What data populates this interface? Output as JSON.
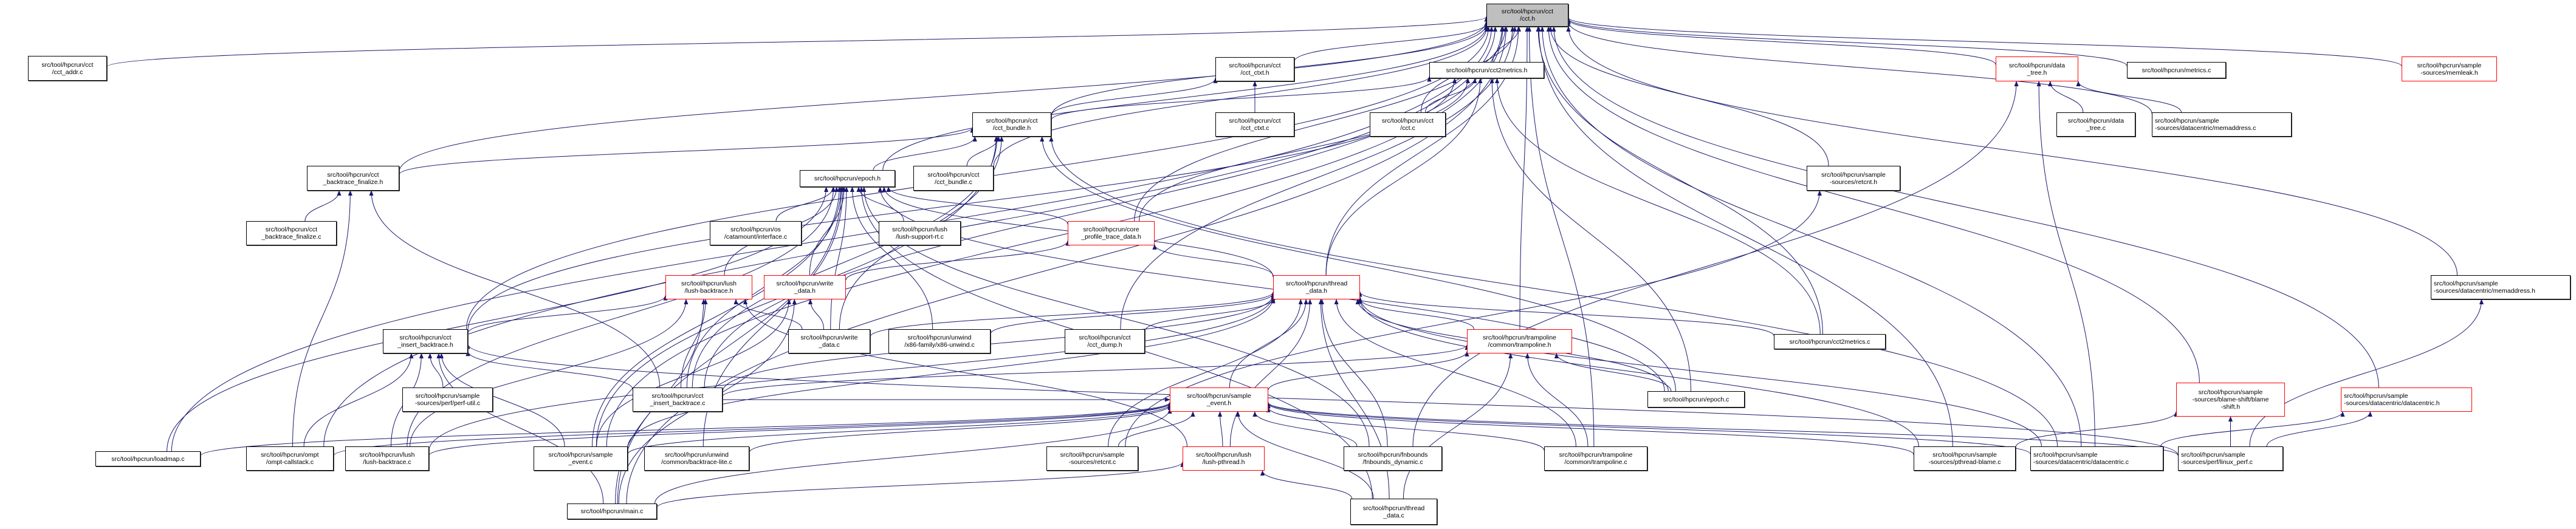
{
  "diagram": {
    "type": "include-dependency-graph",
    "title": "src/tool/hpcrun/cct/cct.h",
    "colors": {
      "edge": "#191970",
      "root_fill": "#bfbfbf",
      "node_border": "#000000",
      "truncated_border": "#ff0000",
      "background": "#ffffff"
    },
    "legend": {
      "gray_fill": "this file",
      "red_border": "node has more incoming edges not shown (truncated)"
    },
    "nodes": [
      {
        "id": "cct_h",
        "label": "src/tool/hpcrun/cct\n/cct.h",
        "kind": "root"
      },
      {
        "id": "cct_addr_c",
        "label": "src/tool/hpcrun/cct\n/cct_addr.c",
        "kind": "normal"
      },
      {
        "id": "cct_ctxt_h",
        "label": "src/tool/hpcrun/cct\n/cct_ctxt.h",
        "kind": "normal"
      },
      {
        "id": "cct2metrics_h",
        "label": "src/tool/hpcrun/cct2metrics.h",
        "kind": "normal"
      },
      {
        "id": "data_tree_h",
        "label": "src/tool/hpcrun/data\n_tree.h",
        "kind": "truncated"
      },
      {
        "id": "metrics_c",
        "label": "src/tool/hpcrun/metrics.c",
        "kind": "normal"
      },
      {
        "id": "memleak_h",
        "label": "src/tool/hpcrun/sample\n-sources/memleak.h",
        "kind": "truncated"
      },
      {
        "id": "cct_bundle_h",
        "label": "src/tool/hpcrun/cct\n/cct_bundle.h",
        "kind": "normal"
      },
      {
        "id": "cct_ctxt_c",
        "label": "src/tool/hpcrun/cct\n/cct_ctxt.c",
        "kind": "normal"
      },
      {
        "id": "cct_c",
        "label": "src/tool/hpcrun/cct\n/cct.c",
        "kind": "normal"
      },
      {
        "id": "data_tree_c",
        "label": "src/tool/hpcrun/data\n_tree.c",
        "kind": "normal"
      },
      {
        "id": "memaddress_c",
        "label": "src/tool/hpcrun/sample\n-sources/datacentric/memaddress.c",
        "kind": "normal",
        "align": "left"
      },
      {
        "id": "bt_finalize_h",
        "label": "src/tool/hpcrun/cct\n_backtrace_finalize.h",
        "kind": "normal"
      },
      {
        "id": "epoch_h",
        "label": "src/tool/hpcrun/epoch.h",
        "kind": "normal"
      },
      {
        "id": "cct_bundle_c",
        "label": "src/tool/hpcrun/cct\n/cct_bundle.c",
        "kind": "normal"
      },
      {
        "id": "retcnt_h",
        "label": "src/tool/hpcrun/sample\n-sources/retcnt.h",
        "kind": "normal"
      },
      {
        "id": "bt_finalize_c",
        "label": "src/tool/hpcrun/cct\n_backtrace_finalize.c",
        "kind": "normal"
      },
      {
        "id": "catamount_c",
        "label": "src/tool/hpcrun/os\n/catamount/interface.c",
        "kind": "normal"
      },
      {
        "id": "lush_support_c",
        "label": "src/tool/hpcrun/lush\n/lush-support-rt.c",
        "kind": "normal"
      },
      {
        "id": "core_profile_h",
        "label": "src/tool/hpcrun/core\n_profile_trace_data.h",
        "kind": "truncated"
      },
      {
        "id": "lush_backtrace_h",
        "label": "src/tool/hpcrun/lush\n/lush-backtrace.h",
        "kind": "truncated"
      },
      {
        "id": "write_data_h",
        "label": "src/tool/hpcrun/write\n_data.h",
        "kind": "truncated"
      },
      {
        "id": "thread_data_h",
        "label": "src/tool/hpcrun/thread\n_data.h",
        "kind": "truncated"
      },
      {
        "id": "memaddress_h",
        "label": "src/tool/hpcrun/sample\n-sources/datacentric/memaddress.h",
        "kind": "normal",
        "align": "left"
      },
      {
        "id": "insert_bt_h",
        "label": "src/tool/hpcrun/cct\n_insert_backtrace.h",
        "kind": "normal"
      },
      {
        "id": "write_data_c",
        "label": "src/tool/hpcrun/write\n_data.c",
        "kind": "normal"
      },
      {
        "id": "x86_unwind_c",
        "label": "src/tool/hpcrun/unwind\n/x86-family/x86-unwind.c",
        "kind": "normal"
      },
      {
        "id": "cct_dump_h",
        "label": "src/tool/hpcrun/cct\n/cct_dump.h",
        "kind": "normal"
      },
      {
        "id": "trampoline_h",
        "label": "src/tool/hpcrun/trampoline\n/common/trampoline.h",
        "kind": "truncated"
      },
      {
        "id": "cct2metrics_c",
        "label": "src/tool/hpcrun/cct2metrics.c",
        "kind": "normal"
      },
      {
        "id": "perf_util_c",
        "label": "src/tool/hpcrun/sample\n-sources/perf/perf-util.c",
        "kind": "normal"
      },
      {
        "id": "insert_bt_c",
        "label": "src/tool/hpcrun/cct\n_insert_backtrace.c",
        "kind": "normal"
      },
      {
        "id": "sample_event_h",
        "label": "src/tool/hpcrun/sample\n_event.h",
        "kind": "truncated"
      },
      {
        "id": "epoch_c",
        "label": "src/tool/hpcrun/epoch.c",
        "kind": "normal"
      },
      {
        "id": "blame_shift_h",
        "label": "src/tool/hpcrun/sample\n-sources/blame-shift/blame\n-shift.h",
        "kind": "truncated"
      },
      {
        "id": "datacentric_h",
        "label": "src/tool/hpcrun/sample\n-sources/datacentric/datacentric.h",
        "kind": "truncated",
        "align": "left"
      },
      {
        "id": "loadmap_c",
        "label": "src/tool/hpcrun/loadmap.c",
        "kind": "normal"
      },
      {
        "id": "ompt_callstack_c",
        "label": "src/tool/hpcrun/ompt\n/ompt-callstack.c",
        "kind": "normal"
      },
      {
        "id": "lush_backtrace_c",
        "label": "src/tool/hpcrun/lush\n/lush-backtrace.c",
        "kind": "normal"
      },
      {
        "id": "sample_event_c",
        "label": "src/tool/hpcrun/sample\n_event.c",
        "kind": "normal"
      },
      {
        "id": "backtrace_lite_c",
        "label": "src/tool/hpcrun/unwind\n/common/backtrace-lite.c",
        "kind": "normal"
      },
      {
        "id": "retcnt_c",
        "label": "src/tool/hpcrun/sample\n-sources/retcnt.c",
        "kind": "normal"
      },
      {
        "id": "lush_pthread_h",
        "label": "src/tool/hpcrun/lush\n/lush-pthread.h",
        "kind": "truncated"
      },
      {
        "id": "fnbounds_dyn_c",
        "label": "src/tool/hpcrun/fnbounds\n/fnbounds_dynamic.c",
        "kind": "normal"
      },
      {
        "id": "trampoline_c",
        "label": "src/tool/hpcrun/trampoline\n/common/trampoline.c",
        "kind": "normal"
      },
      {
        "id": "pthread_blame_c",
        "label": "src/tool/hpcrun/sample\n-sources/pthread-blame.c",
        "kind": "normal"
      },
      {
        "id": "datacentric_c",
        "label": "src/tool/hpcrun/sample\n-sources/datacentric/datacentric.c",
        "kind": "normal",
        "align": "left"
      },
      {
        "id": "linux_perf_c",
        "label": "src/tool/hpcrun/sample\n-sources/perf/linux_perf.c",
        "kind": "normal",
        "align": "left"
      },
      {
        "id": "main_c",
        "label": "src/tool/hpcrun/main.c",
        "kind": "normal"
      },
      {
        "id": "thread_data_c",
        "label": "src/tool/hpcrun/thread\n_data.c",
        "kind": "normal"
      }
    ],
    "edges": [
      [
        "cct_addr_c",
        "cct_h"
      ],
      [
        "cct_ctxt_h",
        "cct_h"
      ],
      [
        "cct2metrics_h",
        "cct_h"
      ],
      [
        "data_tree_h",
        "cct_h"
      ],
      [
        "metrics_c",
        "cct_h"
      ],
      [
        "memleak_h",
        "cct_h"
      ],
      [
        "cct_bundle_h",
        "cct_h"
      ],
      [
        "cct_c",
        "cct_h"
      ],
      [
        "memaddress_c",
        "cct_h"
      ],
      [
        "bt_finalize_h",
        "cct_h"
      ],
      [
        "epoch_h",
        "cct_h"
      ],
      [
        "cct_bundle_c",
        "cct_h"
      ],
      [
        "retcnt_h",
        "cct_h"
      ],
      [
        "core_profile_h",
        "cct_h"
      ],
      [
        "thread_data_h",
        "cct_h"
      ],
      [
        "memaddress_h",
        "cct_h"
      ],
      [
        "insert_bt_h",
        "cct_h"
      ],
      [
        "cct_dump_h",
        "cct_h"
      ],
      [
        "trampoline_h",
        "cct_h"
      ],
      [
        "cct2metrics_c",
        "cct_h"
      ],
      [
        "blame_shift_h",
        "cct_h"
      ],
      [
        "datacentric_h",
        "cct_h"
      ],
      [
        "loadmap_c",
        "cct_h"
      ],
      [
        "sample_event_c",
        "cct_h"
      ],
      [
        "main_c",
        "cct_h"
      ],
      [
        "pthread_blame_c",
        "cct_h"
      ],
      [
        "datacentric_c",
        "cct_h"
      ],
      [
        "trampoline_c",
        "cct_h"
      ],
      [
        "insert_bt_c",
        "cct_h"
      ],
      [
        "ompt_callstack_c",
        "cct_h"
      ],
      [
        "cct_ctxt_c",
        "cct_ctxt_h"
      ],
      [
        "cct_bundle_h",
        "cct_ctxt_h"
      ],
      [
        "cct_bundle_h",
        "cct2metrics_h"
      ],
      [
        "cct_c",
        "cct2metrics_h"
      ],
      [
        "core_profile_h",
        "cct2metrics_h"
      ],
      [
        "thread_data_h",
        "cct2metrics_h"
      ],
      [
        "cct2metrics_c",
        "cct2metrics_h"
      ],
      [
        "epoch_c",
        "cct2metrics_h"
      ],
      [
        "insert_bt_h",
        "cct2metrics_h"
      ],
      [
        "data_tree_c",
        "data_tree_h"
      ],
      [
        "memaddress_c",
        "data_tree_h"
      ],
      [
        "datacentric_c",
        "data_tree_h"
      ],
      [
        "fnbounds_dyn_c",
        "data_tree_h"
      ],
      [
        "epoch_h",
        "cct_bundle_h"
      ],
      [
        "cct_bundle_c",
        "cct_bundle_h"
      ],
      [
        "bt_finalize_h",
        "cct_bundle_h"
      ],
      [
        "write_data_c",
        "cct_bundle_h"
      ],
      [
        "insert_bt_c",
        "cct_bundle_h"
      ],
      [
        "sample_event_c",
        "cct_bundle_h"
      ],
      [
        "datacentric_c",
        "cct_bundle_h"
      ],
      [
        "epoch_c",
        "cct_bundle_h"
      ],
      [
        "bt_finalize_c",
        "bt_finalize_h"
      ],
      [
        "insert_bt_c",
        "bt_finalize_h"
      ],
      [
        "ompt_callstack_c",
        "bt_finalize_h"
      ],
      [
        "catamount_c",
        "epoch_h"
      ],
      [
        "lush_support_c",
        "epoch_h"
      ],
      [
        "core_profile_h",
        "epoch_h"
      ],
      [
        "lush_backtrace_h",
        "epoch_h"
      ],
      [
        "write_data_h",
        "epoch_h"
      ],
      [
        "thread_data_h",
        "epoch_h"
      ],
      [
        "write_data_c",
        "epoch_h"
      ],
      [
        "x86_unwind_c",
        "epoch_h"
      ],
      [
        "epoch_c",
        "epoch_h"
      ],
      [
        "loadmap_c",
        "epoch_h"
      ],
      [
        "main_c",
        "epoch_h"
      ],
      [
        "sample_event_c",
        "epoch_h"
      ],
      [
        "backtrace_lite_c",
        "epoch_h"
      ],
      [
        "fnbounds_dyn_c",
        "epoch_h"
      ],
      [
        "thread_data_c",
        "epoch_h"
      ],
      [
        "lush_backtrace_c",
        "epoch_h"
      ],
      [
        "insert_bt_c",
        "epoch_h"
      ],
      [
        "retcnt_c",
        "retcnt_h"
      ],
      [
        "write_data_h",
        "core_profile_h"
      ],
      [
        "thread_data_h",
        "core_profile_h"
      ],
      [
        "insert_bt_h",
        "lush_backtrace_h"
      ],
      [
        "lush_backtrace_c",
        "lush_backtrace_h"
      ],
      [
        "write_data_c",
        "lush_backtrace_h"
      ],
      [
        "insert_bt_c",
        "lush_backtrace_h"
      ],
      [
        "main_c",
        "lush_backtrace_h"
      ],
      [
        "lush_pthread_h",
        "lush_backtrace_h"
      ],
      [
        "write_data_c",
        "write_data_h"
      ],
      [
        "sample_event_c",
        "write_data_h"
      ],
      [
        "main_c",
        "write_data_h"
      ],
      [
        "write_data_c",
        "thread_data_h"
      ],
      [
        "x86_unwind_c",
        "thread_data_h"
      ],
      [
        "cct_dump_h",
        "thread_data_h"
      ],
      [
        "trampoline_h",
        "thread_data_h"
      ],
      [
        "cct2metrics_c",
        "thread_data_h"
      ],
      [
        "sample_event_h",
        "thread_data_h"
      ],
      [
        "epoch_c",
        "thread_data_h"
      ],
      [
        "insert_bt_c",
        "thread_data_h"
      ],
      [
        "lush_pthread_h",
        "thread_data_h"
      ],
      [
        "fnbounds_dyn_c",
        "thread_data_h"
      ],
      [
        "trampoline_c",
        "thread_data_h"
      ],
      [
        "thread_data_c",
        "thread_data_h"
      ],
      [
        "pthread_blame_c",
        "thread_data_h"
      ],
      [
        "datacentric_c",
        "thread_data_h"
      ],
      [
        "sample_event_c",
        "thread_data_h"
      ],
      [
        "retcnt_c",
        "thread_data_h"
      ],
      [
        "lush_backtrace_c",
        "thread_data_h"
      ],
      [
        "linux_perf_c",
        "memaddress_h"
      ],
      [
        "perf_util_c",
        "insert_bt_h"
      ],
      [
        "insert_bt_c",
        "insert_bt_h"
      ],
      [
        "sample_event_c",
        "insert_bt_h"
      ],
      [
        "lush_backtrace_c",
        "insert_bt_h"
      ],
      [
        "main_c",
        "insert_bt_h"
      ],
      [
        "linux_perf_c",
        "insert_bt_h"
      ],
      [
        "ompt_callstack_c",
        "insert_bt_h"
      ],
      [
        "sample_event_h",
        "trampoline_h"
      ],
      [
        "epoch_c",
        "trampoline_h"
      ],
      [
        "trampoline_c",
        "trampoline_h"
      ],
      [
        "thread_data_c",
        "trampoline_h"
      ],
      [
        "insert_bt_c",
        "trampoline_h"
      ],
      [
        "loadmap_c",
        "sample_event_h"
      ],
      [
        "ompt_callstack_c",
        "sample_event_h"
      ],
      [
        "lush_backtrace_c",
        "sample_event_h"
      ],
      [
        "sample_event_c",
        "sample_event_h"
      ],
      [
        "backtrace_lite_c",
        "sample_event_h"
      ],
      [
        "retcnt_c",
        "sample_event_h"
      ],
      [
        "lush_pthread_h",
        "sample_event_h"
      ],
      [
        "fnbounds_dyn_c",
        "sample_event_h"
      ],
      [
        "trampoline_c",
        "sample_event_h"
      ],
      [
        "pthread_blame_c",
        "sample_event_h"
      ],
      [
        "datacentric_c",
        "sample_event_h"
      ],
      [
        "linux_perf_c",
        "sample_event_h"
      ],
      [
        "main_c",
        "sample_event_h"
      ],
      [
        "thread_data_c",
        "sample_event_h"
      ],
      [
        "insert_bt_c",
        "sample_event_h"
      ],
      [
        "pthread_blame_c",
        "blame_shift_h"
      ],
      [
        "linux_perf_c",
        "blame_shift_h"
      ],
      [
        "datacentric_c",
        "datacentric_h"
      ],
      [
        "linux_perf_c",
        "datacentric_h"
      ],
      [
        "main_c",
        "lush_pthread_h"
      ],
      [
        "thread_data_c",
        "lush_pthread_h"
      ]
    ]
  }
}
